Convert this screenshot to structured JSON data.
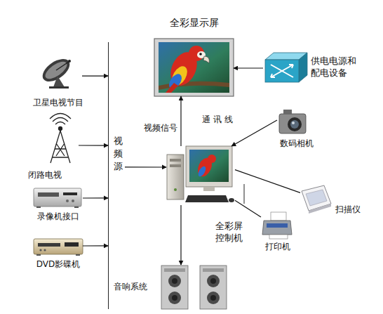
{
  "diagram": {
    "nodes": [
      {
        "text": [
          "全彩显示屏"
        ]
      },
      {
        "text": [
          "供电电源和 配电设备"
        ]
      },
      {
        "text": [
          "卫星电视节目"
        ]
      },
      {
        "text": [
          "闭路电视"
        ]
      },
      {
        "text": [
          "录像机接口"
        ]
      },
      {
        "text": [
          "DVD影碟机"
        ]
      },
      {
        "text": [
          "视频源"
        ]
      },
      {
        "text": [
          "全彩屏控制机"
        ]
      },
      {
        "text": [
          "数码相机"
        ]
      },
      {
        "text": [
          "扫描仪"
        ]
      },
      {
        "text": [
          "打印机"
        ]
      },
      {
        "text": [
          "音响系统"
        ]
      }
    ],
    "edges": [
      {
        "from": 2,
        "to": 6,
        "arrow": "to"
      },
      {
        "from": 3,
        "to": 6,
        "arrow": "to"
      },
      {
        "from": 4,
        "to": 6,
        "arrow": "to"
      },
      {
        "from": 5,
        "to": 6,
        "arrow": "to"
      },
      {
        "from": 6,
        "to": 7,
        "arrow": "to"
      },
      {
        "from": 7,
        "to": 0,
        "label": "视频信号",
        "arrow": "to"
      },
      {
        "from": 1,
        "to": 0,
        "arrow": "to"
      },
      {
        "from": 8,
        "to": 7,
        "label": "通 讯 线",
        "arrow": "to"
      },
      {
        "from": 7,
        "to": 9,
        "arrow": "none"
      },
      {
        "from": 7,
        "to": 10,
        "arrow": "none"
      },
      {
        "from": 7,
        "to": 11,
        "arrow": "to"
      }
    ]
  }
}
